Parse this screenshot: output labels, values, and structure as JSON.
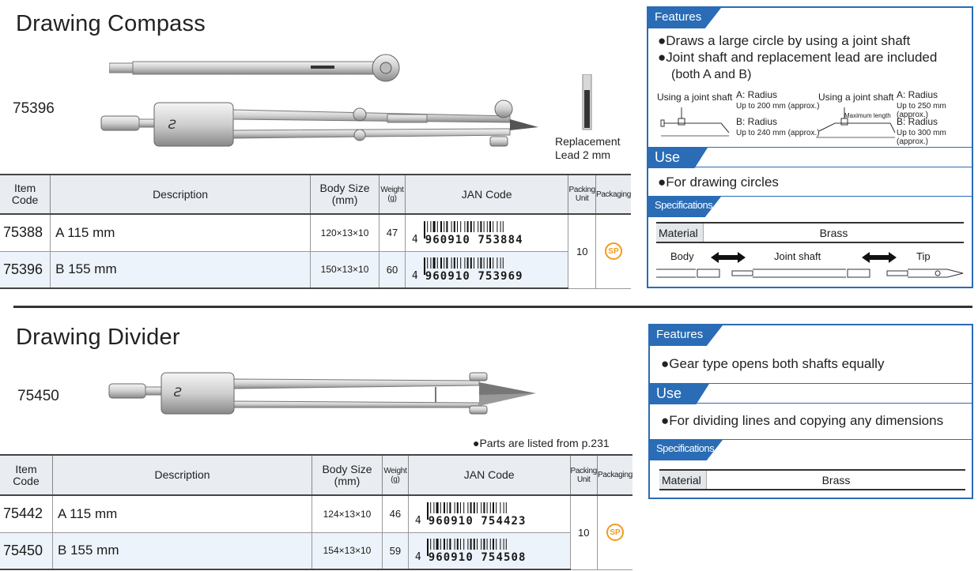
{
  "compass": {
    "title": "Drawing Compass",
    "model": "75396",
    "lead_label_1": "Replacement",
    "lead_label_2": "Lead 2 mm",
    "headers": {
      "code": "Item\nCode",
      "desc": "Description",
      "size": "Body Size\n(mm)",
      "weight": "Weight\n(g)",
      "jan": "JAN Code",
      "packing": "Packing\nUnit",
      "packaging": "Packaging"
    },
    "rows": [
      {
        "code": "75388",
        "desc": "A 115 mm",
        "size": "120×13×10",
        "weight": "47",
        "jan_lead": "4",
        "jan_digits": "960910 753884"
      },
      {
        "code": "75396",
        "desc": "B 155 mm",
        "size": "150×13×10",
        "weight": "60",
        "jan_lead": "4",
        "jan_digits": "960910 753969"
      }
    ],
    "packing_unit": "10",
    "packaging": "SP",
    "features_tag": "Features",
    "feature_1": "●Draws a large circle by using a joint shaft",
    "feature_2": "●Joint shaft and replacement lead are included",
    "feature_2b": "(both A and B)",
    "diag_left": {
      "label": "Using a joint shaft",
      "a_title": "A: Radius",
      "a_sub": "Up to 200 mm (approx.)",
      "b_title": "B: Radius",
      "b_sub": "Up to 240 mm (approx.)"
    },
    "diag_right": {
      "label": "Using a joint shaft",
      "maxlen": "Maximum length",
      "a_title": "A: Radius",
      "a_sub": "Up to 250 mm (approx.)",
      "b_title": "B: Radius",
      "b_sub": "Up to 300 mm (approx.)"
    },
    "use_tag": "Use",
    "use_1": "●For drawing circles",
    "spec_tag": "Specifications",
    "material_label": "Material",
    "material_value": "Brass",
    "parts": {
      "body": "Body",
      "joint": "Joint shaft",
      "tip": "Tip"
    }
  },
  "divider": {
    "title": "Drawing Divider",
    "model": "75450",
    "parts_note": "●Parts are listed from p.231",
    "rows": [
      {
        "code": "75442",
        "desc": "A 115 mm",
        "size": "124×13×10",
        "weight": "46",
        "jan_lead": "4",
        "jan_digits": "960910 754423"
      },
      {
        "code": "75450",
        "desc": "B 155 mm",
        "size": "154×13×10",
        "weight": "59",
        "jan_lead": "4",
        "jan_digits": "960910 754508"
      }
    ],
    "packing_unit": "10",
    "packaging": "SP",
    "features_tag": "Features",
    "feature_1": "●Gear type opens both shafts equally",
    "use_tag": "Use",
    "use_1": "●For dividing lines and copying any dimensions",
    "spec_tag": "Specifications",
    "material_label": "Material",
    "material_value": "Brass"
  },
  "colors": {
    "accent": "#2a6cb5",
    "sp_badge": "#f39a1e",
    "row_alt": "#edf3fa",
    "header_bg": "#e9ecf1"
  },
  "icons": {
    "packaging": "sp-badge-icon",
    "arrow": "double-arrow-icon"
  }
}
